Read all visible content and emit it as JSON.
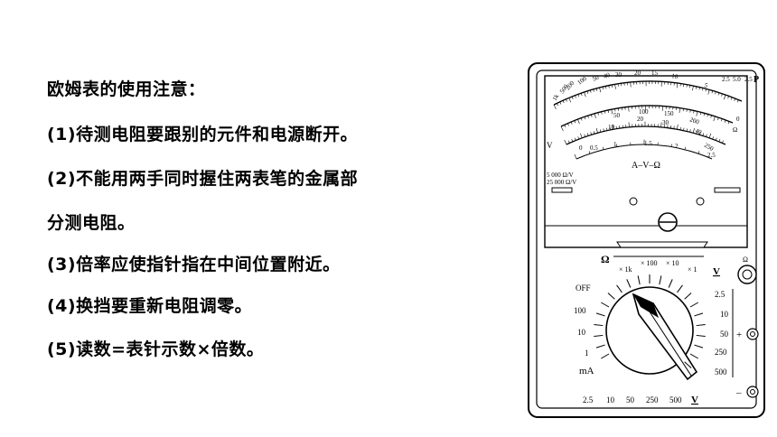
{
  "notes": {
    "title": "欧姆表的使用注意：",
    "items": [
      "(1)待测电阻要跟别的元件和电源断开。",
      "(2)不能用两手同时握住两表笔的金属部",
      "分测电阻。",
      "(3)倍率应使指针指在中间位置附近。",
      "(4)换挡要重新电阻调零。",
      "(5)读数=表针示数×倍数。"
    ]
  },
  "meter": {
    "scale_center_label": "A–V–Ω",
    "ohm_top_ticks": [
      "1k",
      "500",
      "200",
      "100",
      "50",
      "40",
      "30",
      "20",
      "15",
      "10",
      "5",
      "2.5",
      "5.0",
      "2.5",
      "P"
    ],
    "ohm_scale_ticks": [
      "100",
      "150",
      "50",
      "200",
      "10",
      "20",
      "30",
      "40",
      "250",
      "0",
      "Ω"
    ],
    "dc_scale_ticks": [
      "0",
      "0.5",
      "1",
      "1.5",
      "2",
      "2.5"
    ],
    "sensitivity_1": "5 000 Ω/V",
    "sensitivity_2": "25 000 Ω/V",
    "dc_symbol_left": "V",
    "range_labels": {
      "ohm": "Ω",
      "ohm_multipliers": [
        "× 1k",
        "× 100",
        "× 10",
        "× 1"
      ],
      "off": "OFF",
      "ma_values": [
        "100",
        "10",
        "1"
      ],
      "ma": "mA",
      "ma_bottom": [
        "2.5",
        "10",
        "50",
        "250",
        "500"
      ],
      "v_bottom": "V",
      "v_right": "V",
      "v_values": [
        "2.5",
        "10",
        "50",
        "250",
        "500"
      ],
      "plus": "+",
      "minus": "–",
      "zero_knob": "Ω"
    }
  }
}
